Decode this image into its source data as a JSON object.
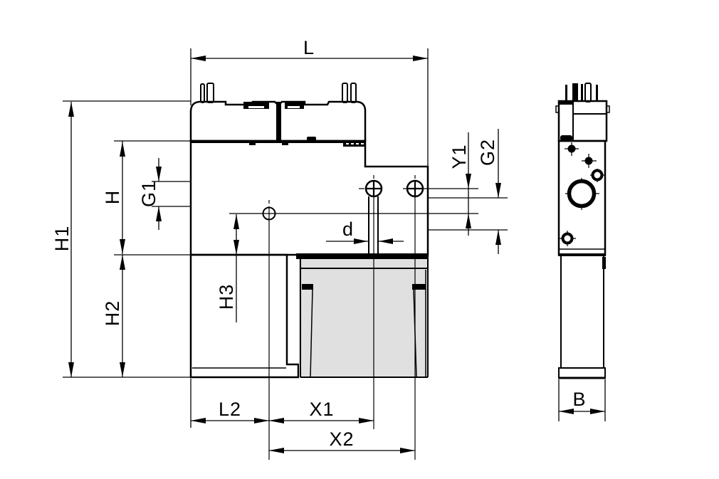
{
  "drawing": {
    "description": "Technical dimension drawing, front view and side view of a compact ejector / gripper module",
    "dimension_labels": {
      "L": "L",
      "H1": "H1",
      "H": "H",
      "H2": "H2",
      "H3": "H3",
      "G1": "G1",
      "G2": "G2",
      "Y1": "Y1",
      "d": "d",
      "L2": "L2",
      "X1": "X1",
      "X2": "X2",
      "B": "B"
    },
    "colors": {
      "body_fill": "#e0e0e0",
      "line": "#000000",
      "background": "#ffffff"
    }
  }
}
